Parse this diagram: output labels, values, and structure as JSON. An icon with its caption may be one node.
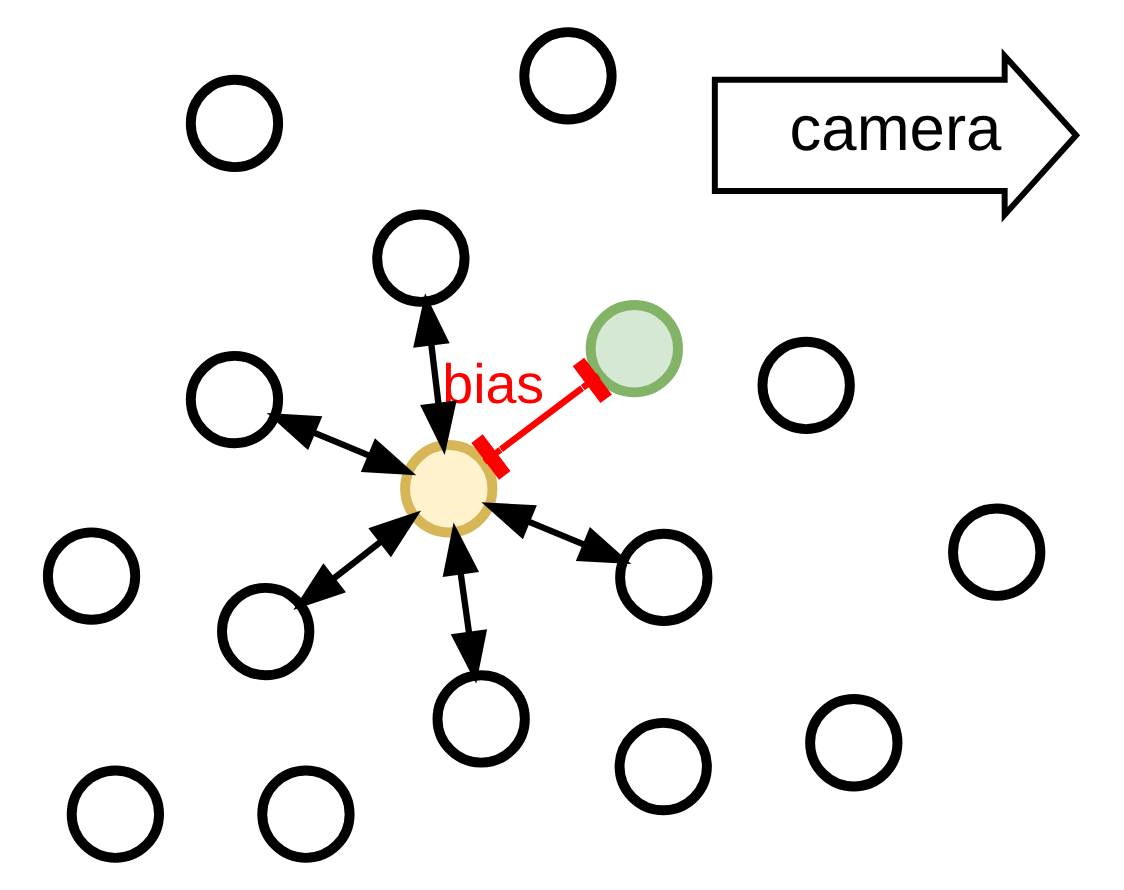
{
  "diagram": {
    "nodes": [
      {
        "text": [
          "camera"
        ]
      },
      {
        "text": [],
        "shape": "circle"
      },
      {
        "text": [],
        "shape": "circle"
      },
      {
        "text": [],
        "shape": "circle"
      },
      {
        "text": [],
        "shape": "circle"
      },
      {
        "text": [],
        "shape": "circle"
      },
      {
        "text": [],
        "shape": "circle"
      },
      {
        "text": [],
        "shape": "circle"
      },
      {
        "text": [],
        "shape": "circle"
      },
      {
        "text": [],
        "shape": "circle"
      },
      {
        "text": [],
        "shape": "circle"
      },
      {
        "text": [],
        "shape": "circle"
      },
      {
        "text": [],
        "shape": "circle"
      },
      {
        "text": [],
        "shape": "circle"
      },
      {
        "text": [],
        "shape": "circle"
      },
      {
        "text": [],
        "shape": "circle"
      },
      {
        "text": [],
        "shape": "circle"
      }
    ],
    "edges": [
      {
        "from": 9,
        "to": 2,
        "arrow": "both"
      },
      {
        "from": 9,
        "to": 5,
        "arrow": "both"
      },
      {
        "from": 9,
        "to": 8,
        "arrow": "both"
      },
      {
        "from": 9,
        "to": 13,
        "arrow": "both"
      },
      {
        "from": 9,
        "to": 16,
        "arrow": "both"
      },
      {
        "from": 9,
        "to": 10,
        "arrow": "other",
        "label": "bias",
        "color": "#ff0000"
      }
    ]
  }
}
